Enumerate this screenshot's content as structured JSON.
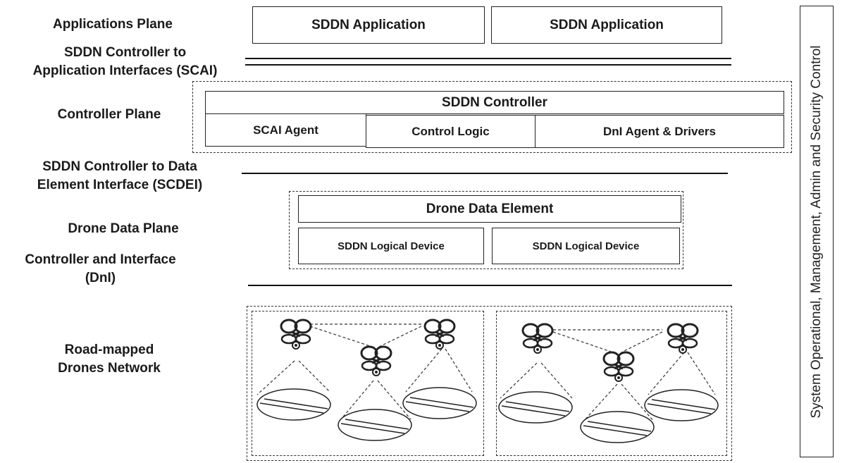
{
  "planes": {
    "applications": "Applications Plane",
    "scai_line1": "SDDN Controller to",
    "scai_line2": "Application Interfaces (SCAI)",
    "controller": "Controller Plane",
    "scdei_line1": "SDDN Controller to Data",
    "scdei_line2": "Element Interface (SCDEI)",
    "drone_data": "Drone Data Plane",
    "dni_line1": "Controller and Interface",
    "dni_line2": "(DnI)",
    "network_line1": "Road-mapped",
    "network_line2": "Drones Network"
  },
  "apps": [
    "SDDN Application",
    "SDDN Application"
  ],
  "controller": {
    "title": "SDDN Controller",
    "parts": [
      "SCAI Agent",
      "Control Logic",
      "DnI Agent & Drivers"
    ]
  },
  "data_element": {
    "title": "Drone Data Element",
    "devices": [
      "SDDN Logical Device",
      "SDDN Logical Device"
    ]
  },
  "side_panel": "System Operational, Management, Admin and Security Control",
  "icons": [
    "drone-icon",
    "road-coverage-icon"
  ],
  "colors": {
    "stroke": "#222222",
    "background": "#ffffff"
  }
}
